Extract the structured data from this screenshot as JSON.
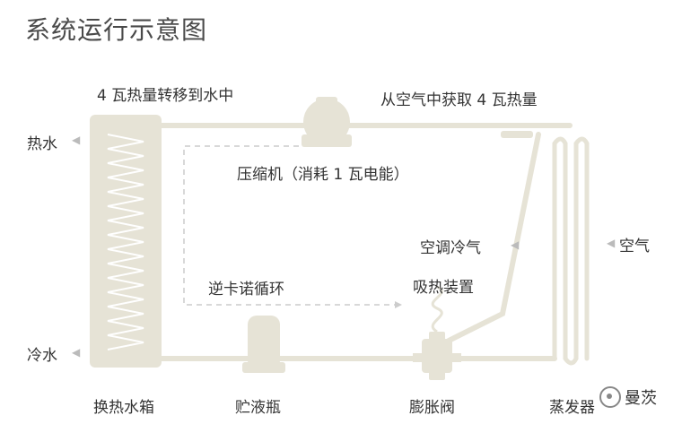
{
  "title": "系统运行示意图",
  "labels": {
    "top_left": "4 瓦热量转移到水中",
    "top_right": "从空气中获取 4 瓦热量",
    "hot_water": "热水",
    "cold_water": "冷水",
    "compressor": "压缩机（消耗 1 瓦电能）",
    "ac_cold": "空调冷气",
    "air": "空气",
    "reverse_carnot": "逆卡诺循环",
    "heat_absorber": "吸热装置",
    "tank": "换热水箱",
    "receiver": "贮液瓶",
    "expansion_valve": "膨胀阀",
    "evaporator": "蒸发器"
  },
  "watermark": "曼茨",
  "colors": {
    "component": "#e6e3d6",
    "pipe": "#e6e3d6",
    "dashed": "#cccccc",
    "coil": "#ffffff"
  }
}
